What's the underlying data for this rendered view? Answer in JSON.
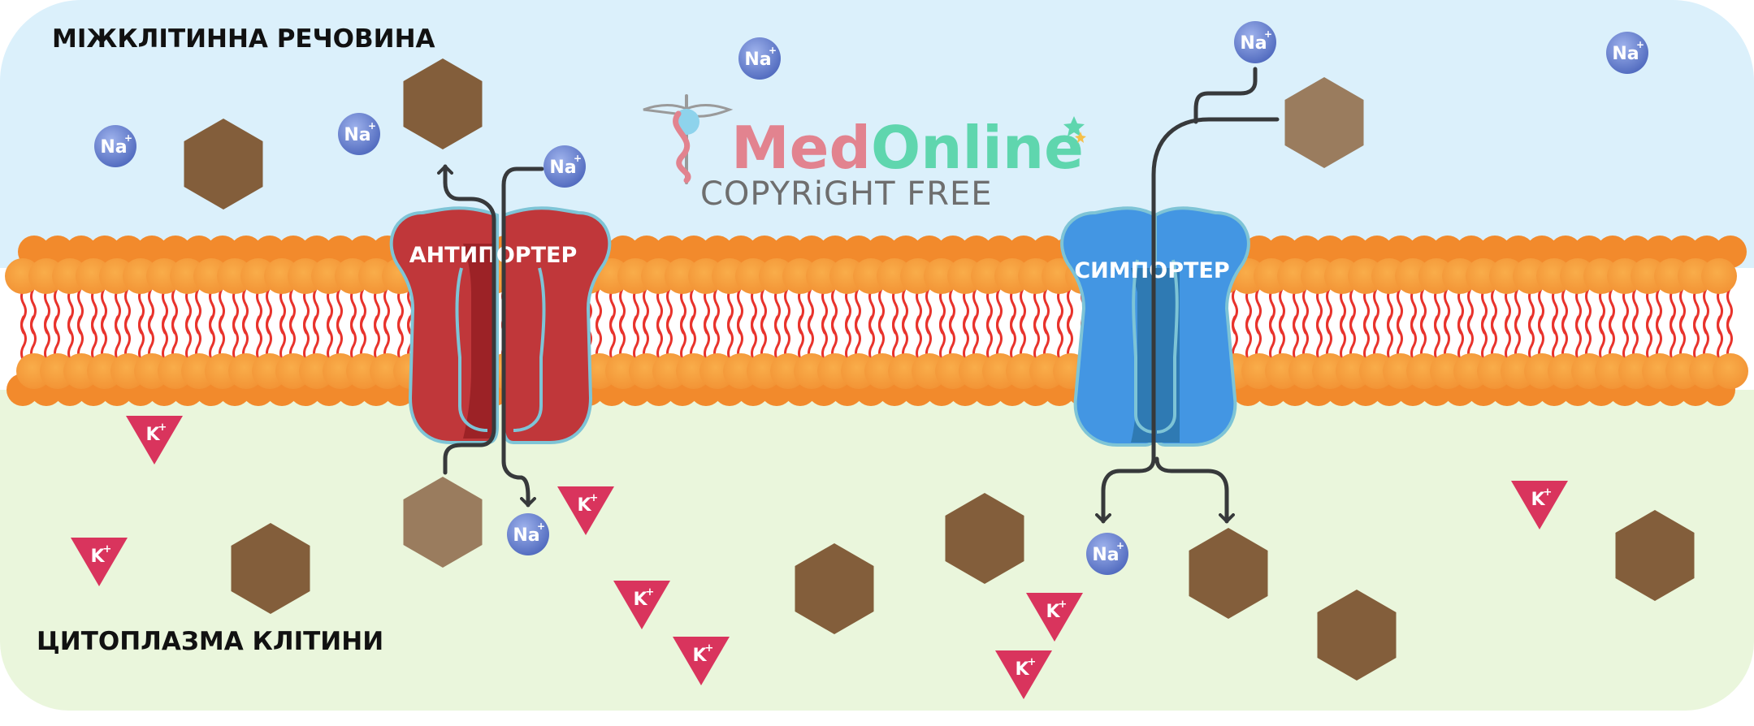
{
  "labels": {
    "extracellular": "МІЖКЛІТИННА РЕЧОВИНА",
    "cytoplasm": "ЦИТОПЛАЗМА КЛІТИНИ",
    "antiporter": "АНТИПОРТЕР",
    "symporter": "СИМПОРТЕР"
  },
  "watermark": {
    "brand": "MedOnline",
    "brand_part1": "Med",
    "brand_part2": "Online",
    "tagline": "COPYRiGHT FREE"
  },
  "ions": {
    "sodium": "Na",
    "sodium_charge": "+",
    "potassium": "K",
    "potassium_charge": "+"
  },
  "colors": {
    "extracellular_bg": "#dbf0fb",
    "cytoplasm_bg": "#eaf6dc",
    "lipid_head": "#f7a03a",
    "lipid_head_dark": "#f28a2c",
    "lipid_tail": "#e8332c",
    "antiporter": "#c0373a",
    "antiporter_core": "#9c2226",
    "symporter": "#4396e3",
    "symporter_core": "#2f7ab3",
    "protein_outline": "#7ec4d6",
    "sodium": "#5a78c8",
    "potassium": "#d9345d",
    "molecule_dark": "#835e3b",
    "molecule_light": "#9a7c5e",
    "arrow": "#37393b",
    "brand_med": "#e2838f",
    "brand_online": "#5fd6ae",
    "tagline": "#6e6e6e"
  },
  "icons": [
    "caduceus-icon",
    "star-icon"
  ]
}
